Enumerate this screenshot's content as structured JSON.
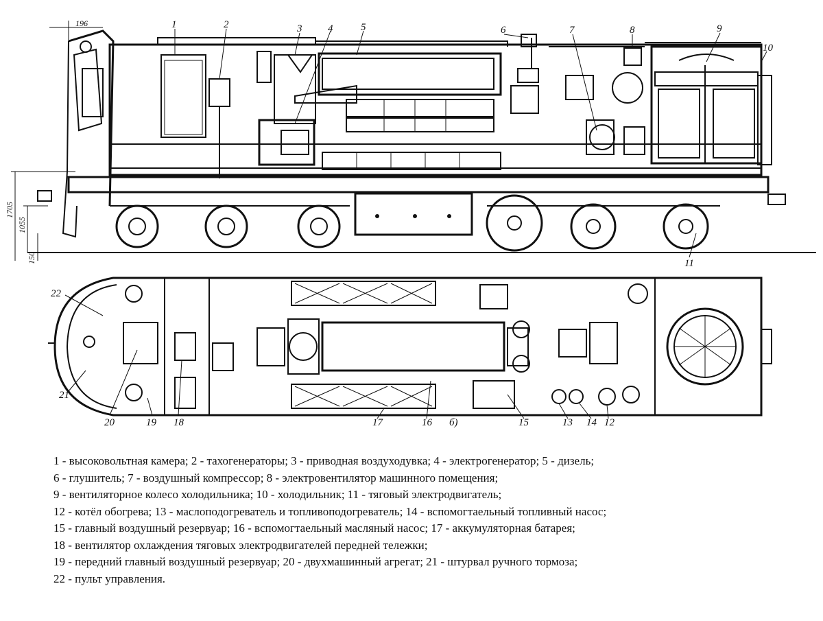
{
  "side_view_labels": {
    "n1": "1",
    "n2": "2",
    "n3": "3",
    "n4": "4",
    "n5": "5",
    "n6": "6",
    "n7": "7",
    "n8": "8",
    "n9": "9",
    "n10": "10",
    "n11": "11"
  },
  "plan_view_labels": {
    "n12": "12",
    "n13": "13",
    "n14": "14",
    "n15": "15",
    "n16": "16",
    "n17": "17",
    "n18": "18",
    "n19": "19",
    "n20": "20",
    "n21": "21",
    "n22": "22",
    "view_b": "б)"
  },
  "dimensions": {
    "d196": "196",
    "d1705": "1705",
    "d1055": "1055",
    "d150": "150"
  },
  "legend": [
    "1 - высоковольтная камера; 2 - тахогенераторы; 3 - приводная воздуходувка; 4 - электрогенератор; 5 - дизель;",
    "6 - глушитель; 7 - воздушный компрессор; 8 - электровентилятор машинного помещения;",
    "9 - вентиляторное колесо холодильника; 10 - холодильник; 11 - тяговый электродвигатель;",
    "12 - котёл обогрева; 13 - маслоподогреватель и топливоподогреватель; 14 - вспомогтаельный топливный насос;",
    "15 - главный воздушный резервуар; 16 - вспомогтаельный масляный насос; 17 - аккумуляторная батарея;",
    "18 - вентилятор охлаждения тяговых электродвигателей передней тележки;",
    "19 - передний главный воздушный резервуар; 20 - двухмашинный агрегат; 21 - штурвал ручного тормоза;",
    "22 - пульт управления."
  ]
}
